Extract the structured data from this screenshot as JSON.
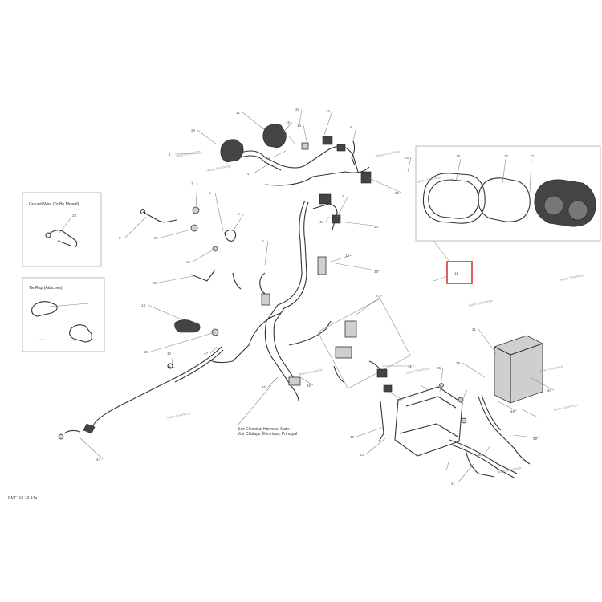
{
  "callout_boxes": {
    "ground_wire_title": "Ground Wire (To Be Moved)",
    "tie_rap_title": "Tie Rap (Attaches)",
    "harness_note_line1": "See Electrical Harness, Main /",
    "harness_note_line2": "Voir Câblage Électrique, Principal"
  },
  "diagram_code": "DMF412-13-14a",
  "highlight": {
    "color": "#e0343f",
    "label": "11"
  },
  "watermarks": [
    "Water Smarkings",
    "Water Smarkings",
    "Water Smarkings",
    "Water Smarkings",
    "Water Smarkings",
    "Water Smarkings",
    "Water Smarkings",
    "Water Smarkings",
    "Water Smarkings",
    "Water Smarkings",
    "Water Smarkings",
    "Water Smarkings"
  ],
  "callout_numbers": [
    "23",
    "18",
    "17",
    "22",
    "34",
    "31",
    "32",
    "33",
    "14",
    "15",
    "20",
    "19",
    "5",
    "25",
    "26",
    "4",
    "1",
    "7",
    "6",
    "3",
    "37",
    "16",
    "29",
    "13",
    "28",
    "10",
    "8",
    "9",
    "2",
    "30",
    "12",
    "35",
    "27",
    "11",
    "36",
    "24",
    "38",
    "21",
    "40",
    "39",
    "41",
    "42",
    "43",
    "44",
    "45",
    "46",
    "47",
    "48",
    "49",
    "50"
  ],
  "icons": {
    "part_shapes": "line-art",
    "leader_lines": "thin-lines"
  }
}
